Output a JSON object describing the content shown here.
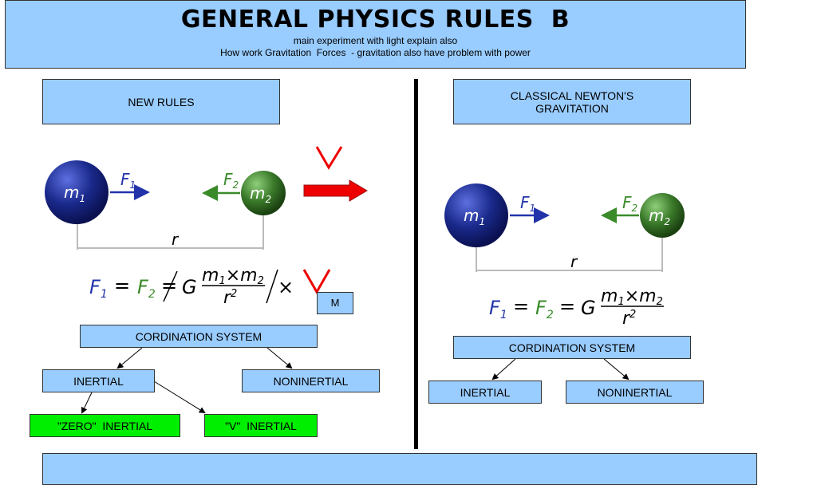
{
  "header": {
    "title": "GENERAL PHYSICS RULES  B",
    "subtitle_1": "main experiment with light explain also",
    "subtitle_2": "How work Gravitation  Forces  - gravitation also have problem with power"
  },
  "left_panel": {
    "heading": "NEW RULES",
    "diagram": {
      "mass1": "m",
      "mass1_sub": "1",
      "mass2": "m",
      "mass2_sub": "2",
      "force1": "F",
      "force1_sub": "1",
      "force2": "F",
      "force2_sub": "2",
      "distance": "r",
      "velocity": "V"
    },
    "formula": {
      "lhs": "F",
      "lhs_sub": "1",
      "mid": "F",
      "mid_sub": "2",
      "eq": "=",
      "g": "G",
      "num_a": "m",
      "num_a_sub": "1",
      "times": "×",
      "num_b": "m",
      "num_b_sub": "2",
      "den": "r",
      "den_sup": "2",
      "tail_times": "×",
      "velocity": "V",
      "mass_box": "M"
    },
    "coordination": "CORDINATION SYSTEM",
    "inertial": "INERTIAL",
    "noninertial": "NONINERTIAL",
    "zero_inertial": "\"ZERO\"  INERTIAL",
    "v_inertial": "\"V\"  INERTIAL"
  },
  "right_panel": {
    "heading_1": "CLASSICAL NEWTON'S",
    "heading_2": "GRAVITATION",
    "diagram": {
      "mass1": "m",
      "mass1_sub": "1",
      "mass2": "m",
      "mass2_sub": "2",
      "force1": "F",
      "force1_sub": "1",
      "force2": "F",
      "force2_sub": "2",
      "distance": "r"
    },
    "formula": {
      "lhs": "F",
      "lhs_sub": "1",
      "mid": "F",
      "mid_sub": "2",
      "eq": "=",
      "g": "G",
      "num_a": "m",
      "num_a_sub": "1",
      "times": "×",
      "num_b": "m",
      "num_b_sub": "2",
      "den": "r",
      "den_sup": "2"
    },
    "coordination": "CORDINATION SYSTEM",
    "inertial": "INERTIAL",
    "noninertial": "NONINERTIAL"
  },
  "colors": {
    "box_fill": "#99ccff",
    "green_box": "#00ee00",
    "mass_blue": "#1a2a8c",
    "mass_green": "#3a7a2a",
    "force_blue": "#2233aa",
    "force_green": "#3a8a2a",
    "red_mark": "#ee0000"
  }
}
